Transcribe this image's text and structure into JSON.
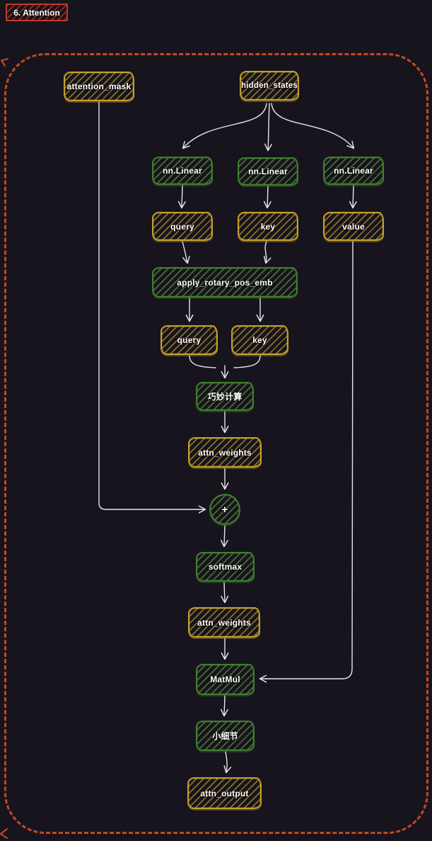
{
  "title": {
    "label": "6. Attention"
  },
  "container": {
    "style": "dashed-rounded-rect",
    "border_color": "#c1491f"
  },
  "colors": {
    "background": "#17141e",
    "yellow_node_border": "#c3a12a",
    "green_node_border": "#3f7f2d",
    "red_title_border": "#c13b25",
    "container_dash": "#c1491f",
    "arrow": "#e8e6e8",
    "text": "#ffffff"
  },
  "nodes": {
    "attention_mask": {
      "label": "attention_mask",
      "color": "yellow"
    },
    "hidden_states": {
      "label": "hidden_states",
      "color": "yellow"
    },
    "linear_query": {
      "label": "nn.Linear",
      "color": "green"
    },
    "linear_key": {
      "label": "nn.Linear",
      "color": "green"
    },
    "linear_value": {
      "label": "nn.Linear",
      "color": "green"
    },
    "query_1": {
      "label": "query",
      "color": "yellow"
    },
    "key_1": {
      "label": "key",
      "color": "yellow"
    },
    "value": {
      "label": "value",
      "color": "yellow"
    },
    "apply_rotary_pos_emb": {
      "label": "apply_rotary_pos_emb",
      "color": "green"
    },
    "query_2": {
      "label": "query",
      "color": "yellow"
    },
    "key_2": {
      "label": "key",
      "color": "yellow"
    },
    "clever_calculation": {
      "label": "巧妙计算",
      "color": "green"
    },
    "attn_weights_1": {
      "label": "attn_weights",
      "color": "yellow"
    },
    "add_operator": {
      "label": "+",
      "color": "green"
    },
    "softmax": {
      "label": "softmax",
      "color": "green"
    },
    "attn_weights_2": {
      "label": "attn_weights",
      "color": "yellow"
    },
    "matmul": {
      "label": "MatMul",
      "color": "green"
    },
    "small_detail": {
      "label": "小细节",
      "color": "green"
    },
    "attn_output": {
      "label": "attn_output",
      "color": "yellow"
    }
  }
}
